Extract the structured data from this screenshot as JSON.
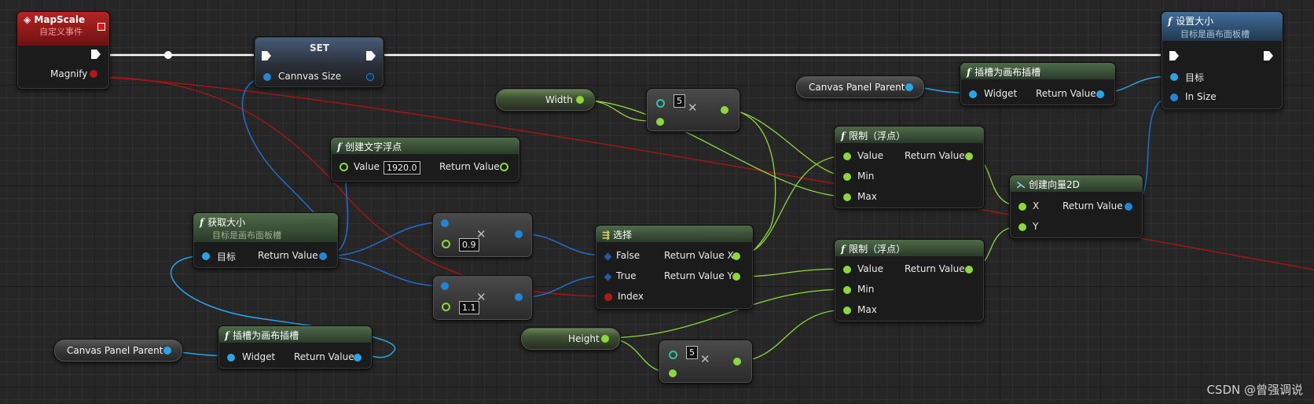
{
  "colors": {
    "exec": "#ffffff",
    "float": "#8cd73b",
    "object": "#1f86d8",
    "int": "#b11818",
    "vector2d": "#2aa4e8"
  },
  "event": {
    "title": "MapScale",
    "subtitle": "自定义事件",
    "pin": "Magnify"
  },
  "set_node": {
    "title": "SET",
    "pin": "Cannvas Size"
  },
  "create_float": {
    "title": "创建文字浮点",
    "in": "Value",
    "value": "1920.0",
    "out": "Return Value"
  },
  "get_size": {
    "title": "获取大小",
    "subtitle": "目标是画布面板槽",
    "in": "目标",
    "out": "Return Value"
  },
  "slot_left": {
    "title": "插槽为画布插槽",
    "in": "Widget",
    "out": "Return Value"
  },
  "slot_right": {
    "title": "插槽为画布插槽",
    "in": "Widget",
    "out": "Return Value"
  },
  "canvas_parent_left": {
    "label": "Canvas Panel Parent"
  },
  "canvas_parent_right": {
    "label": "Canvas Panel Parent"
  },
  "width_getter": {
    "label": "Width"
  },
  "height_getter": {
    "label": "Height"
  },
  "mul_top": {
    "value": "5",
    "icon": "multiply-icon"
  },
  "mul_bottom": {
    "value": "5",
    "icon": "multiply-icon"
  },
  "mul_09": {
    "value": "0.9",
    "icon": "multiply-icon"
  },
  "mul_11": {
    "value": "1.1",
    "icon": "multiply-icon"
  },
  "select": {
    "title": "选择",
    "pins_in": [
      "False",
      "True",
      "Index"
    ],
    "out_x": "Return Value X",
    "out_y": "Return Value Y"
  },
  "clamp_top": {
    "title": "限制（浮点）",
    "pins": [
      "Value",
      "Min",
      "Max"
    ],
    "out": "Return Value"
  },
  "clamp_bottom": {
    "title": "限制（浮点）",
    "pins": [
      "Value",
      "Min",
      "Max"
    ],
    "out": "Return Value"
  },
  "make_vec": {
    "title": "创建向量2D",
    "pins": [
      "X",
      "Y"
    ],
    "out": "Return Value"
  },
  "set_size": {
    "title": "设置大小",
    "subtitle": "目标是画布面板槽",
    "pins": [
      "目标",
      "In Size"
    ]
  },
  "watermark": "CSDN @曾强调说"
}
